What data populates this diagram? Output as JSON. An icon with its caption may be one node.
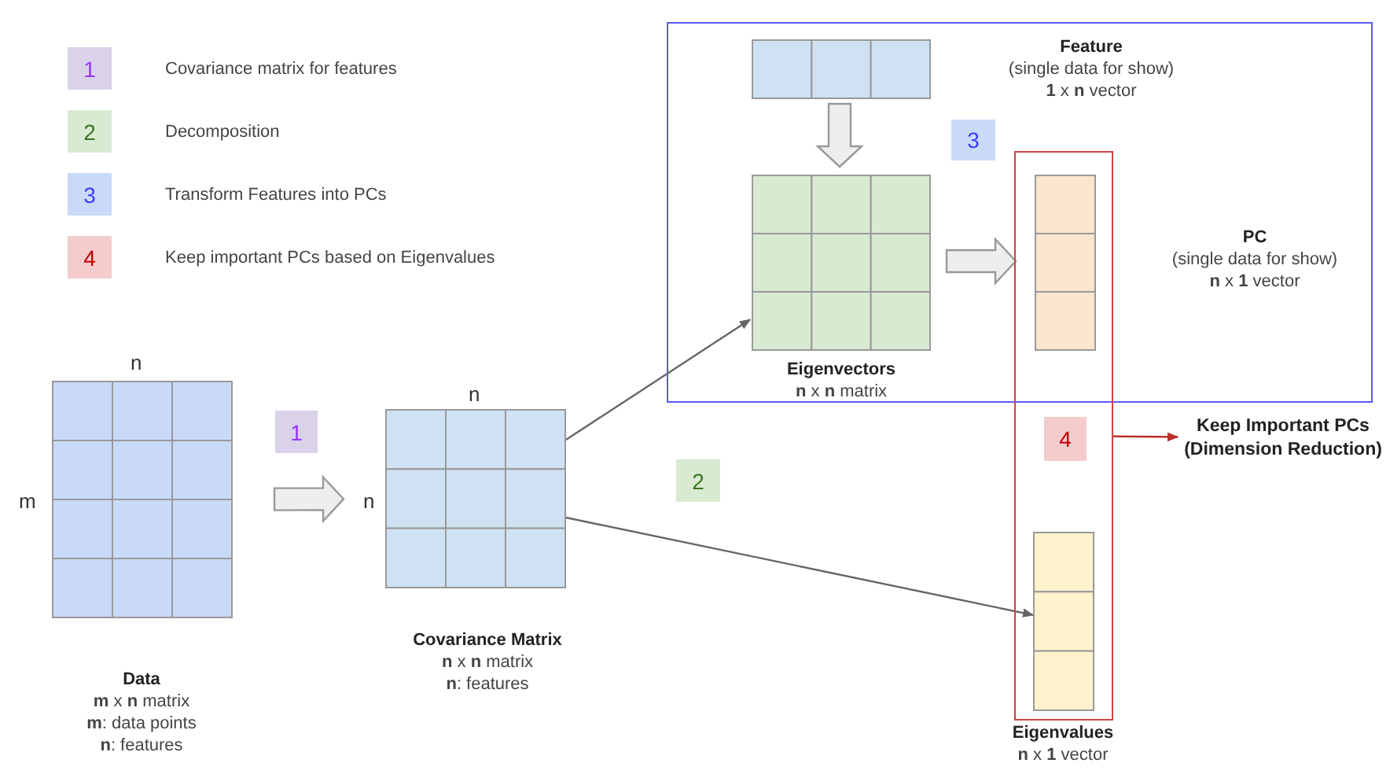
{
  "diagram": {
    "nodes": [
      {
        "text": [],
        "shape": "box"
      },
      {
        "text": [
          "Data",
          "**m** x **n** matrix",
          "**m**: data points",
          "**n**: features"
        ],
        "beside": [
          "n",
          "m"
        ]
      },
      {
        "text": [
          "1"
        ]
      },
      {
        "text": [
          "Covariance Matrix",
          "**n** x **n** matrix",
          "**n**: features"
        ],
        "beside": [
          "n",
          "n"
        ]
      },
      {
        "text": [
          "2"
        ]
      },
      {
        "text": [
          "Feature",
          "(single data for show)",
          "**1** x **n** vector"
        ],
        "in": 0
      },
      {
        "text": [
          "Eigenvectors",
          "**n** x **n** matrix"
        ],
        "in": 0
      },
      {
        "text": [
          "3"
        ],
        "in": 0
      },
      {
        "text": [],
        "shape": "box"
      },
      {
        "text": [
          "PC",
          "(single data for show)",
          "**n** x **1** vector"
        ],
        "in": 0
      },
      {
        "text": [
          "4"
        ],
        "in": 8
      },
      {
        "text": [
          "Eigenvalues",
          "**n** x **1** vector"
        ]
      },
      {
        "text": [
          "Keep Important PCs (Dimension Reduction)"
        ]
      }
    ],
    "edges": [
      {
        "from": 1,
        "to": 3,
        "arrow": "to",
        "style": "thick"
      },
      {
        "from": 3,
        "to": 6,
        "arrow": "to"
      },
      {
        "from": 3,
        "to": 11,
        "arrow": "to"
      },
      {
        "from": 5,
        "to": 6,
        "arrow": "to",
        "style": "thick"
      },
      {
        "from": 6,
        "to": 9,
        "arrow": "to",
        "style": "thick"
      },
      {
        "from": 8,
        "to": 12,
        "arrow": "to",
        "color": "#b7312c"
      }
    ],
    "labels": [
      "1",
      "2",
      "3",
      "4"
    ],
    "legend": [
      {
        "text": "Covariance matrix for features",
        "color": "#d9d2e9"
      },
      {
        "text": "Decomposition",
        "color": "#d9ead3"
      },
      {
        "text": "Transform Features into PCs",
        "color": "#c9daf8"
      },
      {
        "text": "Keep important PCs based on Eigenvalues",
        "color": "#f4cccc"
      }
    ]
  }
}
